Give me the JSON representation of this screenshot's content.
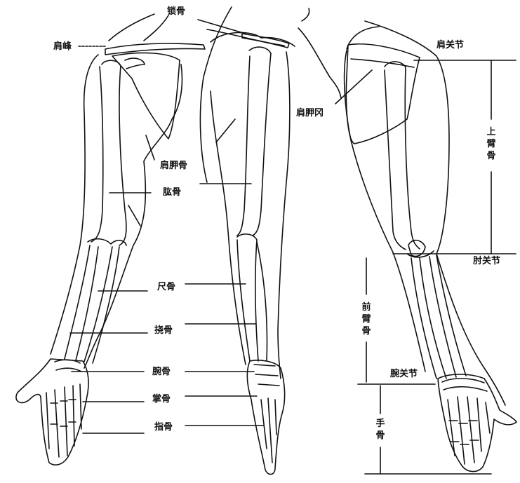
{
  "diagram": {
    "labels": {
      "clavicle": "锁骨",
      "acromion": "肩峰",
      "scapula": "肩胛骨",
      "humerus": "肱骨",
      "ulna": "尺骨",
      "radius": "挠骨",
      "carpals": "腕骨",
      "metacarpals": "掌骨",
      "phalanges": "指骨",
      "shoulder_joint": "肩关节",
      "scapular_region": "肩胛冈",
      "elbow_joint": "肘关节",
      "wrist_joint": "腕关节"
    },
    "vertical_labels": {
      "upper_arm": "上臂骨",
      "forearm": "前臂骨",
      "hand": "手骨"
    }
  }
}
